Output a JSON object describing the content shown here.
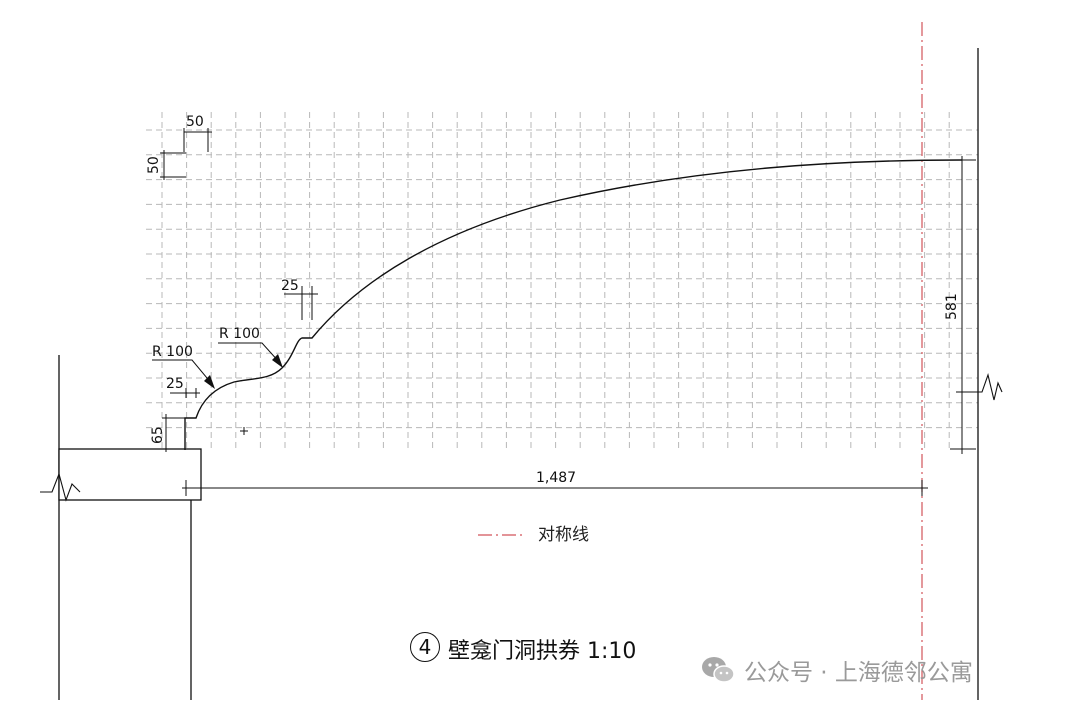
{
  "drawing": {
    "title_number": "4",
    "title": "壁龛门洞拱券 1:10",
    "legend_label": "对称线",
    "dimensions": {
      "grid_h": "50",
      "grid_v": "50",
      "step_upper": "25",
      "step_lower": "25",
      "radius_upper": "R 100",
      "radius_lower": "R 100",
      "base_height": "65",
      "total_height": "581",
      "total_width": "1,487"
    }
  },
  "watermark": {
    "text": "公众号 · 上海德邻公寓",
    "icon": "wechat-icon"
  }
}
